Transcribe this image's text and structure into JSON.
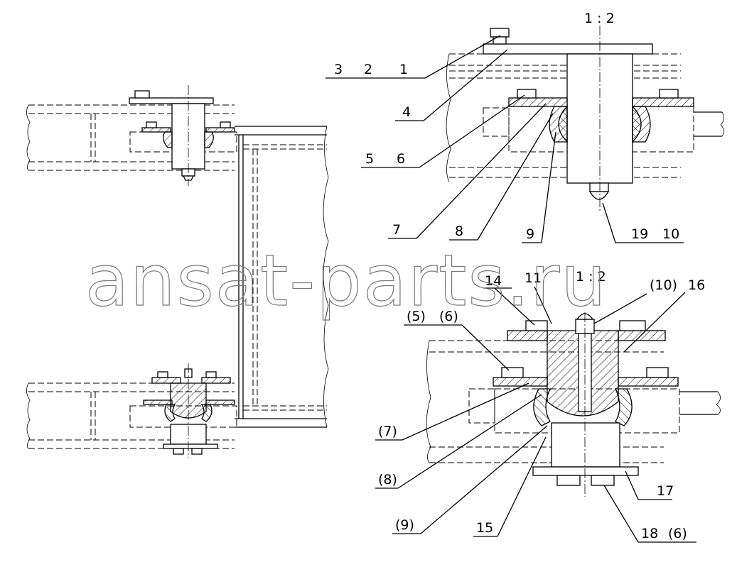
{
  "watermark": "ansat-parts.ru",
  "scale_labels": [
    "1 : 2",
    "1 : 2"
  ],
  "callouts_top": [
    "3",
    "2",
    "1",
    "4",
    "5",
    "6",
    "7",
    "8",
    "9",
    "19",
    "10"
  ],
  "callouts_bottom": [
    "14",
    "11",
    "(10)",
    "16",
    "(5)",
    "(6)",
    "(7)",
    "(8)",
    "(9)",
    "15",
    "17",
    "18",
    "(6)"
  ]
}
